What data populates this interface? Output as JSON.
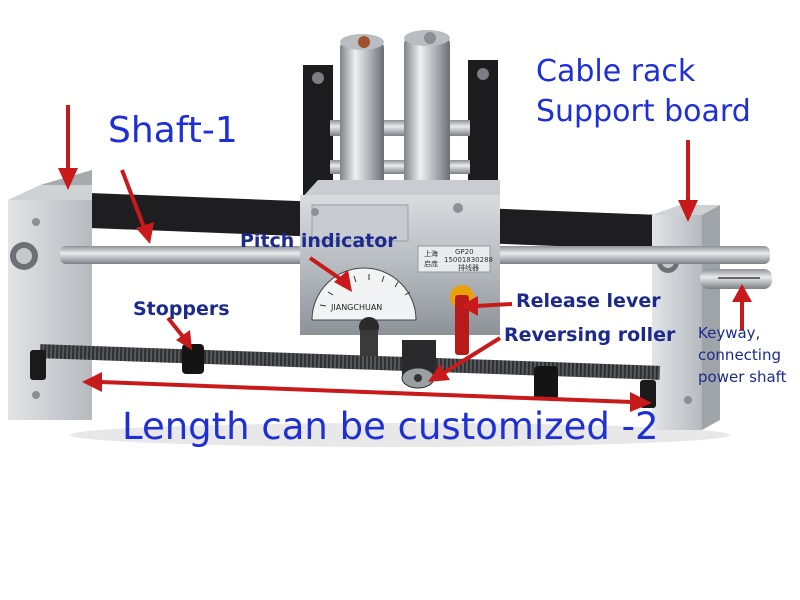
{
  "labels": {
    "shaft": "Shaft-1",
    "cable_rack": "Cable rack",
    "support_board": "Support board",
    "pitch_indicator": "Pitch indicator",
    "stoppers": "Stoppers",
    "release_lever": "Release lever",
    "reversing_roller": "Reversing roller",
    "keyway": "Keyway,",
    "connecting": "connecting",
    "power_shaft": "power shaft",
    "length": "Length can be customized -2"
  },
  "device": {
    "brand": "JIANGCHUAN",
    "model": "GP20",
    "phone": "15001830288",
    "cn_1": "上海",
    "cn_2": "启庞",
    "cn_3": "排线器"
  },
  "colors": {
    "label_blue": "#1f2fd8",
    "arrow_red": "#c81a1a",
    "background": "#ffffff"
  }
}
